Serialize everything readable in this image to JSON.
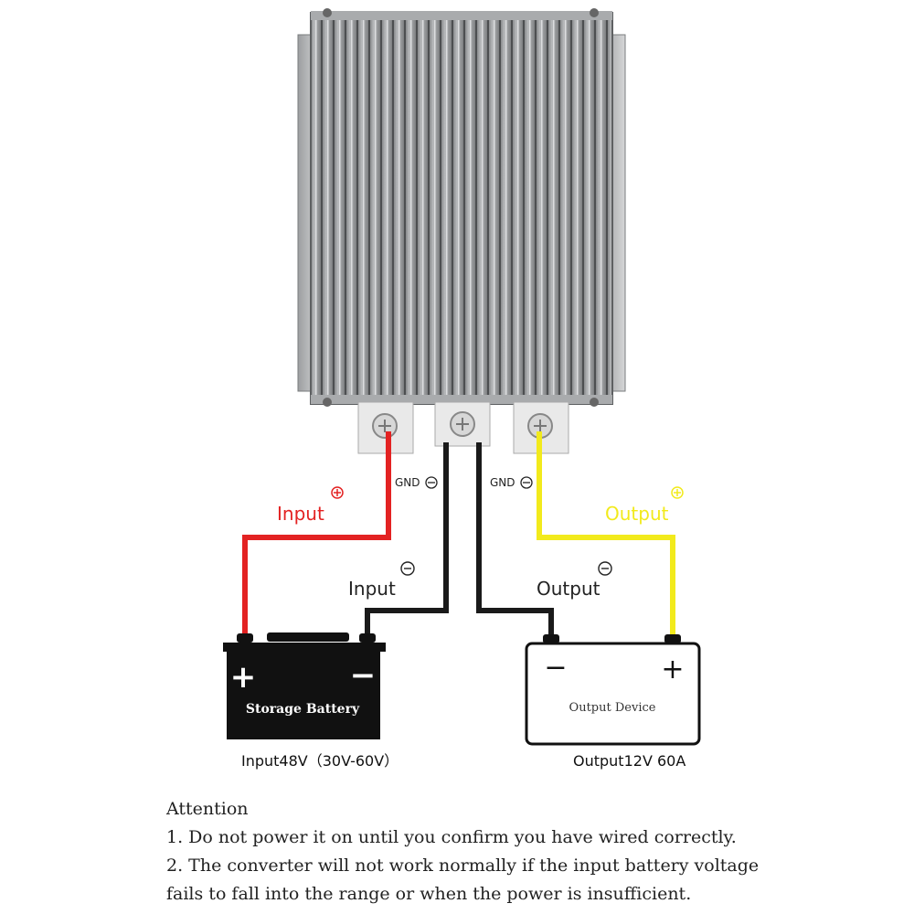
{
  "colors": {
    "positive_input_wire": "#e32222",
    "positive_output_wire": "#f2ea1c",
    "negative_wire": "#1a1a1a",
    "heatsink": "#8f9193"
  },
  "icons": {
    "plus_circle": "circled-plus-icon",
    "minus_circle": "circled-minus-icon"
  },
  "diagram": {
    "input_positive_label": "Input",
    "input_negative_label": "Input",
    "output_positive_label": "Output",
    "output_negative_label": "Output",
    "gnd_left": "GND",
    "gnd_right": "GND",
    "battery_label": "Storage Battery",
    "battery_plus": "+",
    "battery_minus": "−",
    "device_label": "Output Device",
    "device_plus": "+",
    "device_minus": "−",
    "input_spec": "Input48V（30V-60V）",
    "output_spec": "Output12V 60A"
  },
  "attention": {
    "title": "Attention",
    "line1": "1. Do not power it on until you confirm you have wired correctly.",
    "line2": "2. The converter will not work normally if the input battery voltage",
    "line3": "fails to fall into the range or when the power is insufficient."
  }
}
